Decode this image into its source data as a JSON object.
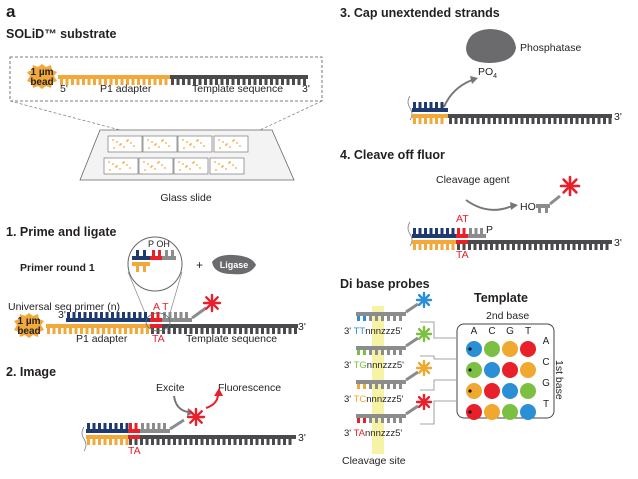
{
  "panel_label": "a",
  "solid": {
    "heading": "SOLiD™ substrate",
    "bead": [
      "1 µm",
      "bead"
    ],
    "five_prime": "5'",
    "p1_adapter": "P1 adapter",
    "template_sequence": "Template sequence",
    "three_prime": "3'",
    "glass_slide": "Glass slide"
  },
  "prime": {
    "heading": "1. Prime and ligate",
    "primer_round": "Primer round 1",
    "poh": "P OH",
    "plus": "+",
    "ligase": "Ligase",
    "universal_primer": "Universal seq primer (n)",
    "at": "A T",
    "ta": "TA",
    "bead": [
      "1 µm",
      "bead"
    ],
    "three_prime_left": "3'",
    "three_prime_right": "3'",
    "p1_adapter": "P1 adapter",
    "template_sequence": "Template sequence"
  },
  "image": {
    "heading": "2. Image",
    "excite": "Excite",
    "fluorescence": "Fluorescence",
    "ta": "TA",
    "three_prime": "3'"
  },
  "cap": {
    "heading": "3. Cap unextended strands",
    "phosphatase": "Phosphatase",
    "po4": "PO",
    "po4_sub": "4",
    "three_prime": "3'"
  },
  "cleave": {
    "heading": "4. Cleave off fluor",
    "cleavage_agent": "Cleavage agent",
    "ho": "HO",
    "at": "AT",
    "p": "P",
    "ta": "TA",
    "three_prime": "3'"
  },
  "probes": {
    "heading": "Di base probes",
    "items": [
      {
        "lead": "3' ",
        "bases": "TT",
        "rest": "nnnzzz5'",
        "star_color": "#2b8fd6"
      },
      {
        "lead": "3' ",
        "bases": "TG",
        "rest": "nnnzzz5'",
        "star_color": "#7cc043"
      },
      {
        "lead": "3' ",
        "bases": "TC",
        "rest": "nnnzzz5'",
        "star_color": "#f0a830"
      },
      {
        "lead": "3' ",
        "bases": "TA",
        "rest": "nnnzzz5'",
        "star_color": "#e8202a"
      }
    ],
    "cleavage_site": "Cleavage site"
  },
  "template": {
    "heading": "Template",
    "second_base": "2nd base",
    "first_base": "1st base",
    "columns": [
      "A",
      "C",
      "G",
      "T"
    ],
    "rows": [
      "A",
      "C",
      "G",
      "T"
    ],
    "matrix": [
      [
        "blue",
        "green",
        "yellow",
        "red"
      ],
      [
        "green",
        "blue",
        "red",
        "yellow"
      ],
      [
        "yellow",
        "red",
        "blue",
        "green"
      ],
      [
        "red",
        "yellow",
        "green",
        "blue"
      ]
    ]
  },
  "colors": {
    "navy": "#1f3a6e",
    "orange": "#f2a93b",
    "red": "#e8202a",
    "gray": "#8a8c8e",
    "dark": "#4a4a4c",
    "blue": "#2b8fd6",
    "green": "#7cc043",
    "yellow": "#f0a830",
    "cleavage_band": "#f7f3a6"
  }
}
